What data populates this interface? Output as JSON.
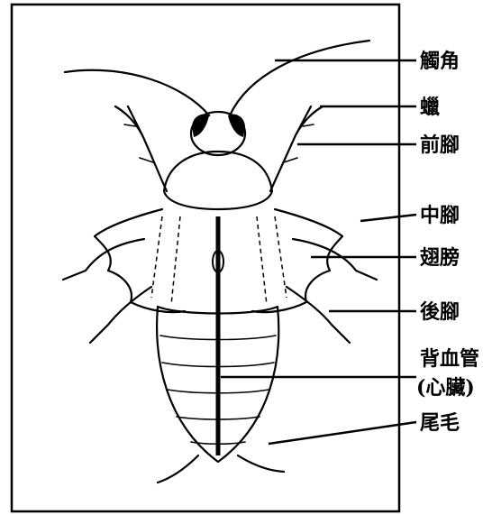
{
  "labels": {
    "antenna": "觸角",
    "cercus_wax": "蠟",
    "front_leg": "前腳",
    "middle_leg": "中腳",
    "wings": "翅膀",
    "hind_leg": "後腳",
    "dorsal_vessel": "背血管",
    "heart": "(心臟)",
    "cerci": "尾毛"
  }
}
